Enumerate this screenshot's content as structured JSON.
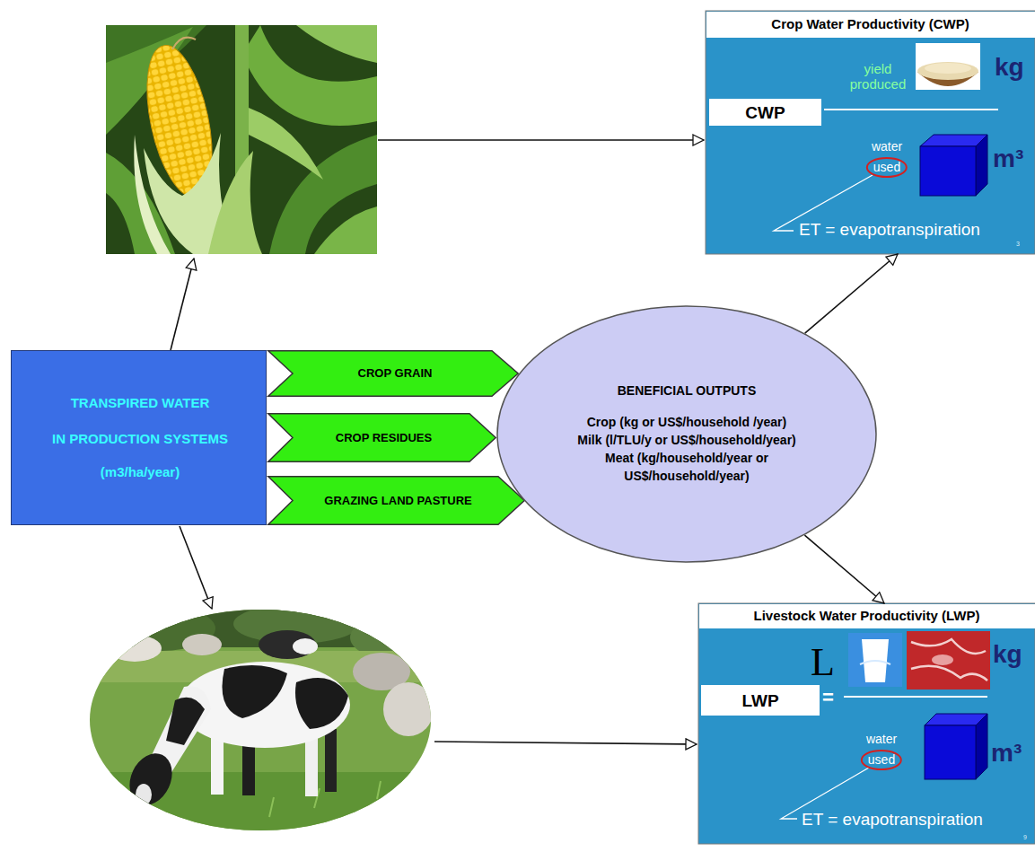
{
  "diagram": {
    "nodes": [
      {
        "text": [
          "Crop Water Productivity (CWP)",
          "yield produced",
          "kg",
          "water",
          "used",
          "m³",
          "ET = evapotranspiration"
        ]
      },
      {
        "text": [
          "CWP"
        ],
        "in": 0
      },
      {
        "text": [
          "TRANSPIRED WATER",
          "IN PRODUCTION SYSTEMS",
          "(m3/ha/year)"
        ]
      },
      {
        "text": [
          "CROP GRAIN"
        ]
      },
      {
        "text": [
          "CROP RESIDUES"
        ]
      },
      {
        "text": [
          "GRAZING LAND PASTURE"
        ]
      },
      {
        "text": [
          "BENEFICIAL OUTPUTS",
          "Crop (kg or US$/household /year)",
          "Milk (l/TLU/y or US$/household/year)",
          "Meat (kg/household/year or US$/household/year)"
        ]
      },
      {
        "text": [
          "Livestock Water Productivity (LWP)",
          "L",
          "kg",
          "=",
          "water",
          "used",
          "m³",
          "ET = evapotranspiration"
        ]
      },
      {
        "text": [
          "LWP"
        ],
        "in": 7
      }
    ],
    "edges": [
      {
        "from": 6,
        "to": 0,
        "arrow": "to"
      },
      {
        "from": 6,
        "to": 7,
        "arrow": "to"
      }
    ],
    "labels": [
      "3",
      "9"
    ]
  }
}
